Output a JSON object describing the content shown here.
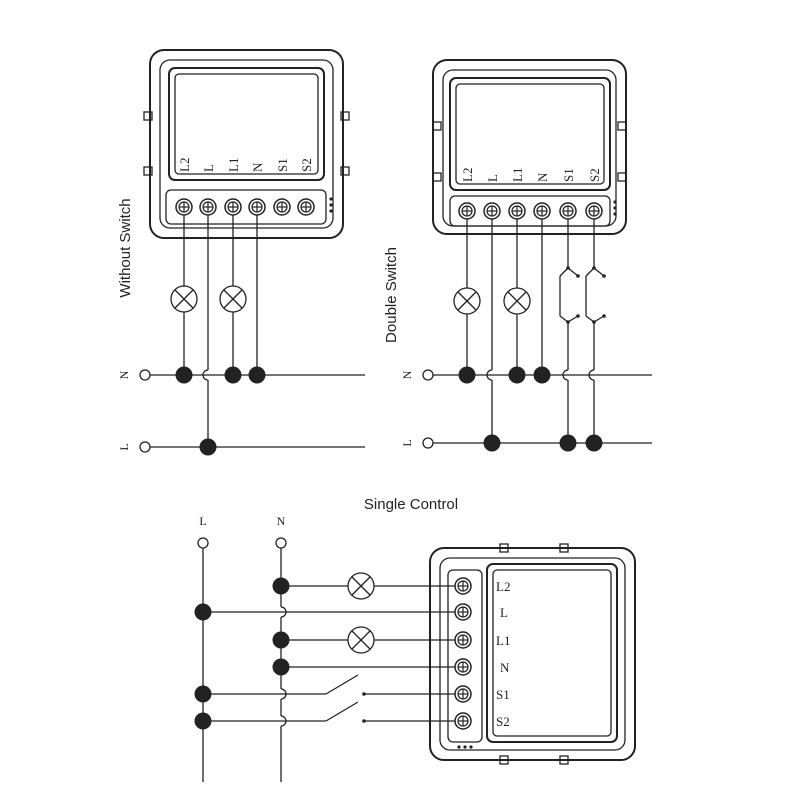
{
  "diagrams": {
    "without_switch": {
      "title": "Without Switch",
      "terminals": [
        "L2",
        "L",
        "L1",
        "N",
        "S1",
        "S2"
      ],
      "bus": {
        "n_label": "N",
        "l_label": "L"
      }
    },
    "double_switch": {
      "title": "Double Switch",
      "terminals": [
        "L2",
        "L",
        "L1",
        "N",
        "S1",
        "S2"
      ],
      "bus": {
        "n_label": "N",
        "l_label": "L"
      }
    },
    "single_control": {
      "title": "Single Control",
      "terminals": [
        "L2",
        "L",
        "L1",
        "N",
        "S1",
        "S2"
      ],
      "bus": {
        "l_label": "L",
        "n_label": "N"
      }
    }
  }
}
